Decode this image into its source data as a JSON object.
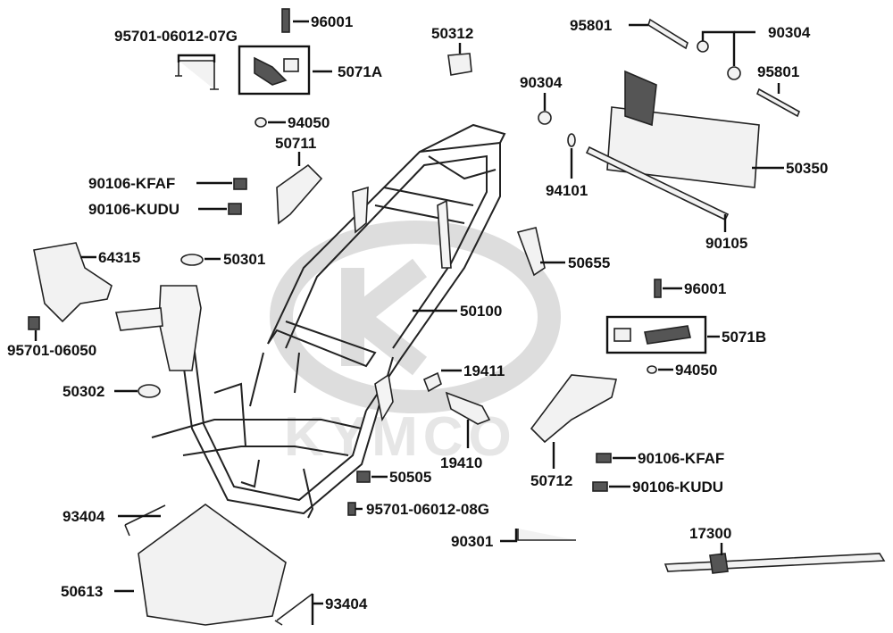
{
  "watermark": {
    "text": "KYMCO"
  },
  "parts": [
    {
      "id": "p1",
      "label": "96001"
    },
    {
      "id": "p2",
      "label": "95701-06012-07G"
    },
    {
      "id": "p3",
      "label": "5071A"
    },
    {
      "id": "p4",
      "label": "50312"
    },
    {
      "id": "p5",
      "label": "95801"
    },
    {
      "id": "p6",
      "label": "90304"
    },
    {
      "id": "p7",
      "label": "90304"
    },
    {
      "id": "p8",
      "label": "95801"
    },
    {
      "id": "p9",
      "label": "94050"
    },
    {
      "id": "p10",
      "label": "50711"
    },
    {
      "id": "p11",
      "label": "90106-KFAF"
    },
    {
      "id": "p12",
      "label": "90106-KUDU"
    },
    {
      "id": "p13",
      "label": "94101"
    },
    {
      "id": "p14",
      "label": "50350"
    },
    {
      "id": "p15",
      "label": "64315"
    },
    {
      "id": "p16",
      "label": "50301"
    },
    {
      "id": "p17",
      "label": "50655"
    },
    {
      "id": "p18",
      "label": "90105"
    },
    {
      "id": "p19",
      "label": "96001"
    },
    {
      "id": "p20",
      "label": "50100"
    },
    {
      "id": "p21",
      "label": "95701-06050"
    },
    {
      "id": "p22",
      "label": "5071B"
    },
    {
      "id": "p23",
      "label": "94050"
    },
    {
      "id": "p24",
      "label": "19411"
    },
    {
      "id": "p25",
      "label": "50302"
    },
    {
      "id": "p26",
      "label": "19410"
    },
    {
      "id": "p27",
      "label": "50712"
    },
    {
      "id": "p28",
      "label": "90106-KFAF"
    },
    {
      "id": "p29",
      "label": "50505"
    },
    {
      "id": "p30",
      "label": "90106-KUDU"
    },
    {
      "id": "p31",
      "label": "95701-06012-08G"
    },
    {
      "id": "p32",
      "label": "93404"
    },
    {
      "id": "p33",
      "label": "90301"
    },
    {
      "id": "p34",
      "label": "17300"
    },
    {
      "id": "p35",
      "label": "50613"
    },
    {
      "id": "p36",
      "label": "93404"
    }
  ]
}
